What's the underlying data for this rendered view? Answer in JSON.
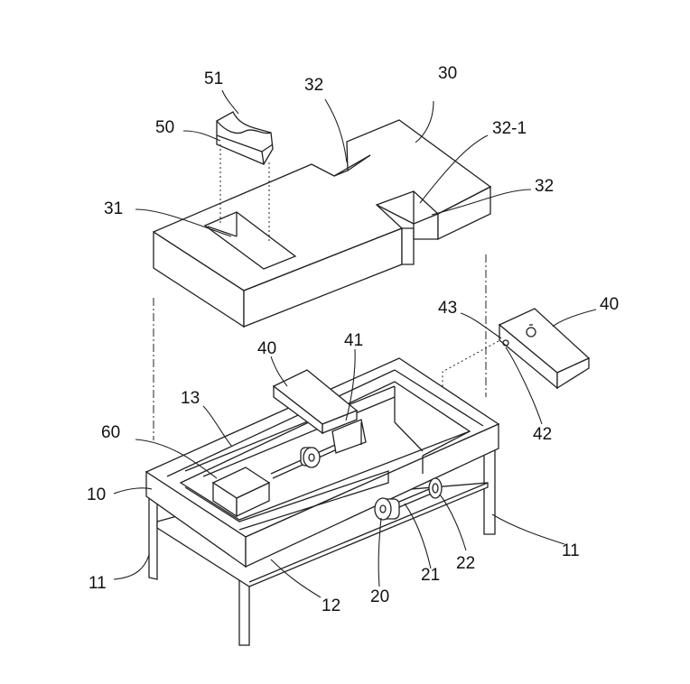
{
  "labels": {
    "l30": "30",
    "l32_top": "32",
    "l32_1": "32-1",
    "l32_right": "32",
    "l31": "31",
    "l50": "50",
    "l51": "51",
    "l40_right": "40",
    "l43": "43",
    "l42": "42",
    "l40_mid": "40",
    "l41": "41",
    "l13": "13",
    "l60": "60",
    "l10": "10",
    "l11_left": "11",
    "l11_right": "11",
    "l12": "12",
    "l20": "20",
    "l21": "21",
    "l22": "22"
  }
}
